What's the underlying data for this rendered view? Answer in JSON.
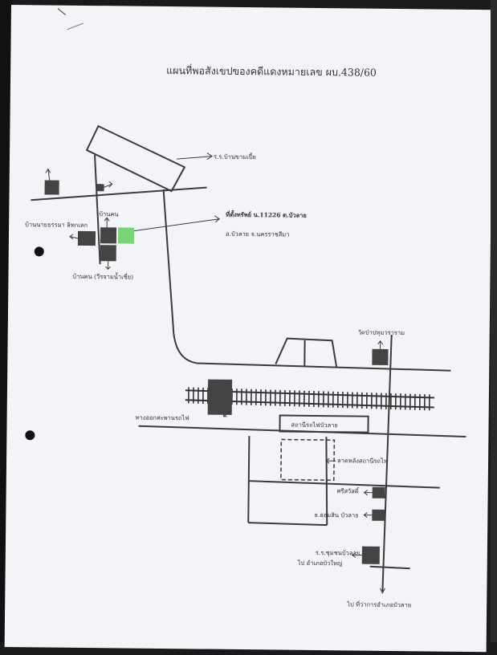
{
  "map": {
    "title": "แผนที่พอสังเขปของคดีแดงหมายเลข ผบ.438/60",
    "labels": {
      "school_banchab": "ร.ร.บ้านขามเปี้ย",
      "property_line1": "ที่ตั้งทรัพย์ น.11226 ต.บัวลาย",
      "property_line2": "อ.บัวลาย จ.นครราชสีมา",
      "house_top": "บ้านคน",
      "house_left": "บ้านนายธรรมา ลิทกเลก",
      "house_bottom": "บ้านคน (วีรจามน้ำเชี่ย)",
      "temple": "วัดป่าปทุมวราราม",
      "railway_crossing": "ทางออกสะพานรถไฟ",
      "station": "สถานีรถไฟบัวลาย",
      "market": "ลาดหลังสถานีรถไฟ",
      "bank_siri": "ศรีสวัสดิ์",
      "bank_gov": "ธ.ออมสิน บัวลาย",
      "school_chum": "ร.ร.ชุมชนบัวลาย",
      "to_district": "ไป อำเภอบัวใหญ่",
      "to_office": "ไป ที่ว่าการอำเภอบัวลาย"
    },
    "colors": {
      "line": "#3a3a3a",
      "building": "#444444",
      "highlight": "#5fd05f",
      "paper": "#f3f4f8"
    }
  }
}
